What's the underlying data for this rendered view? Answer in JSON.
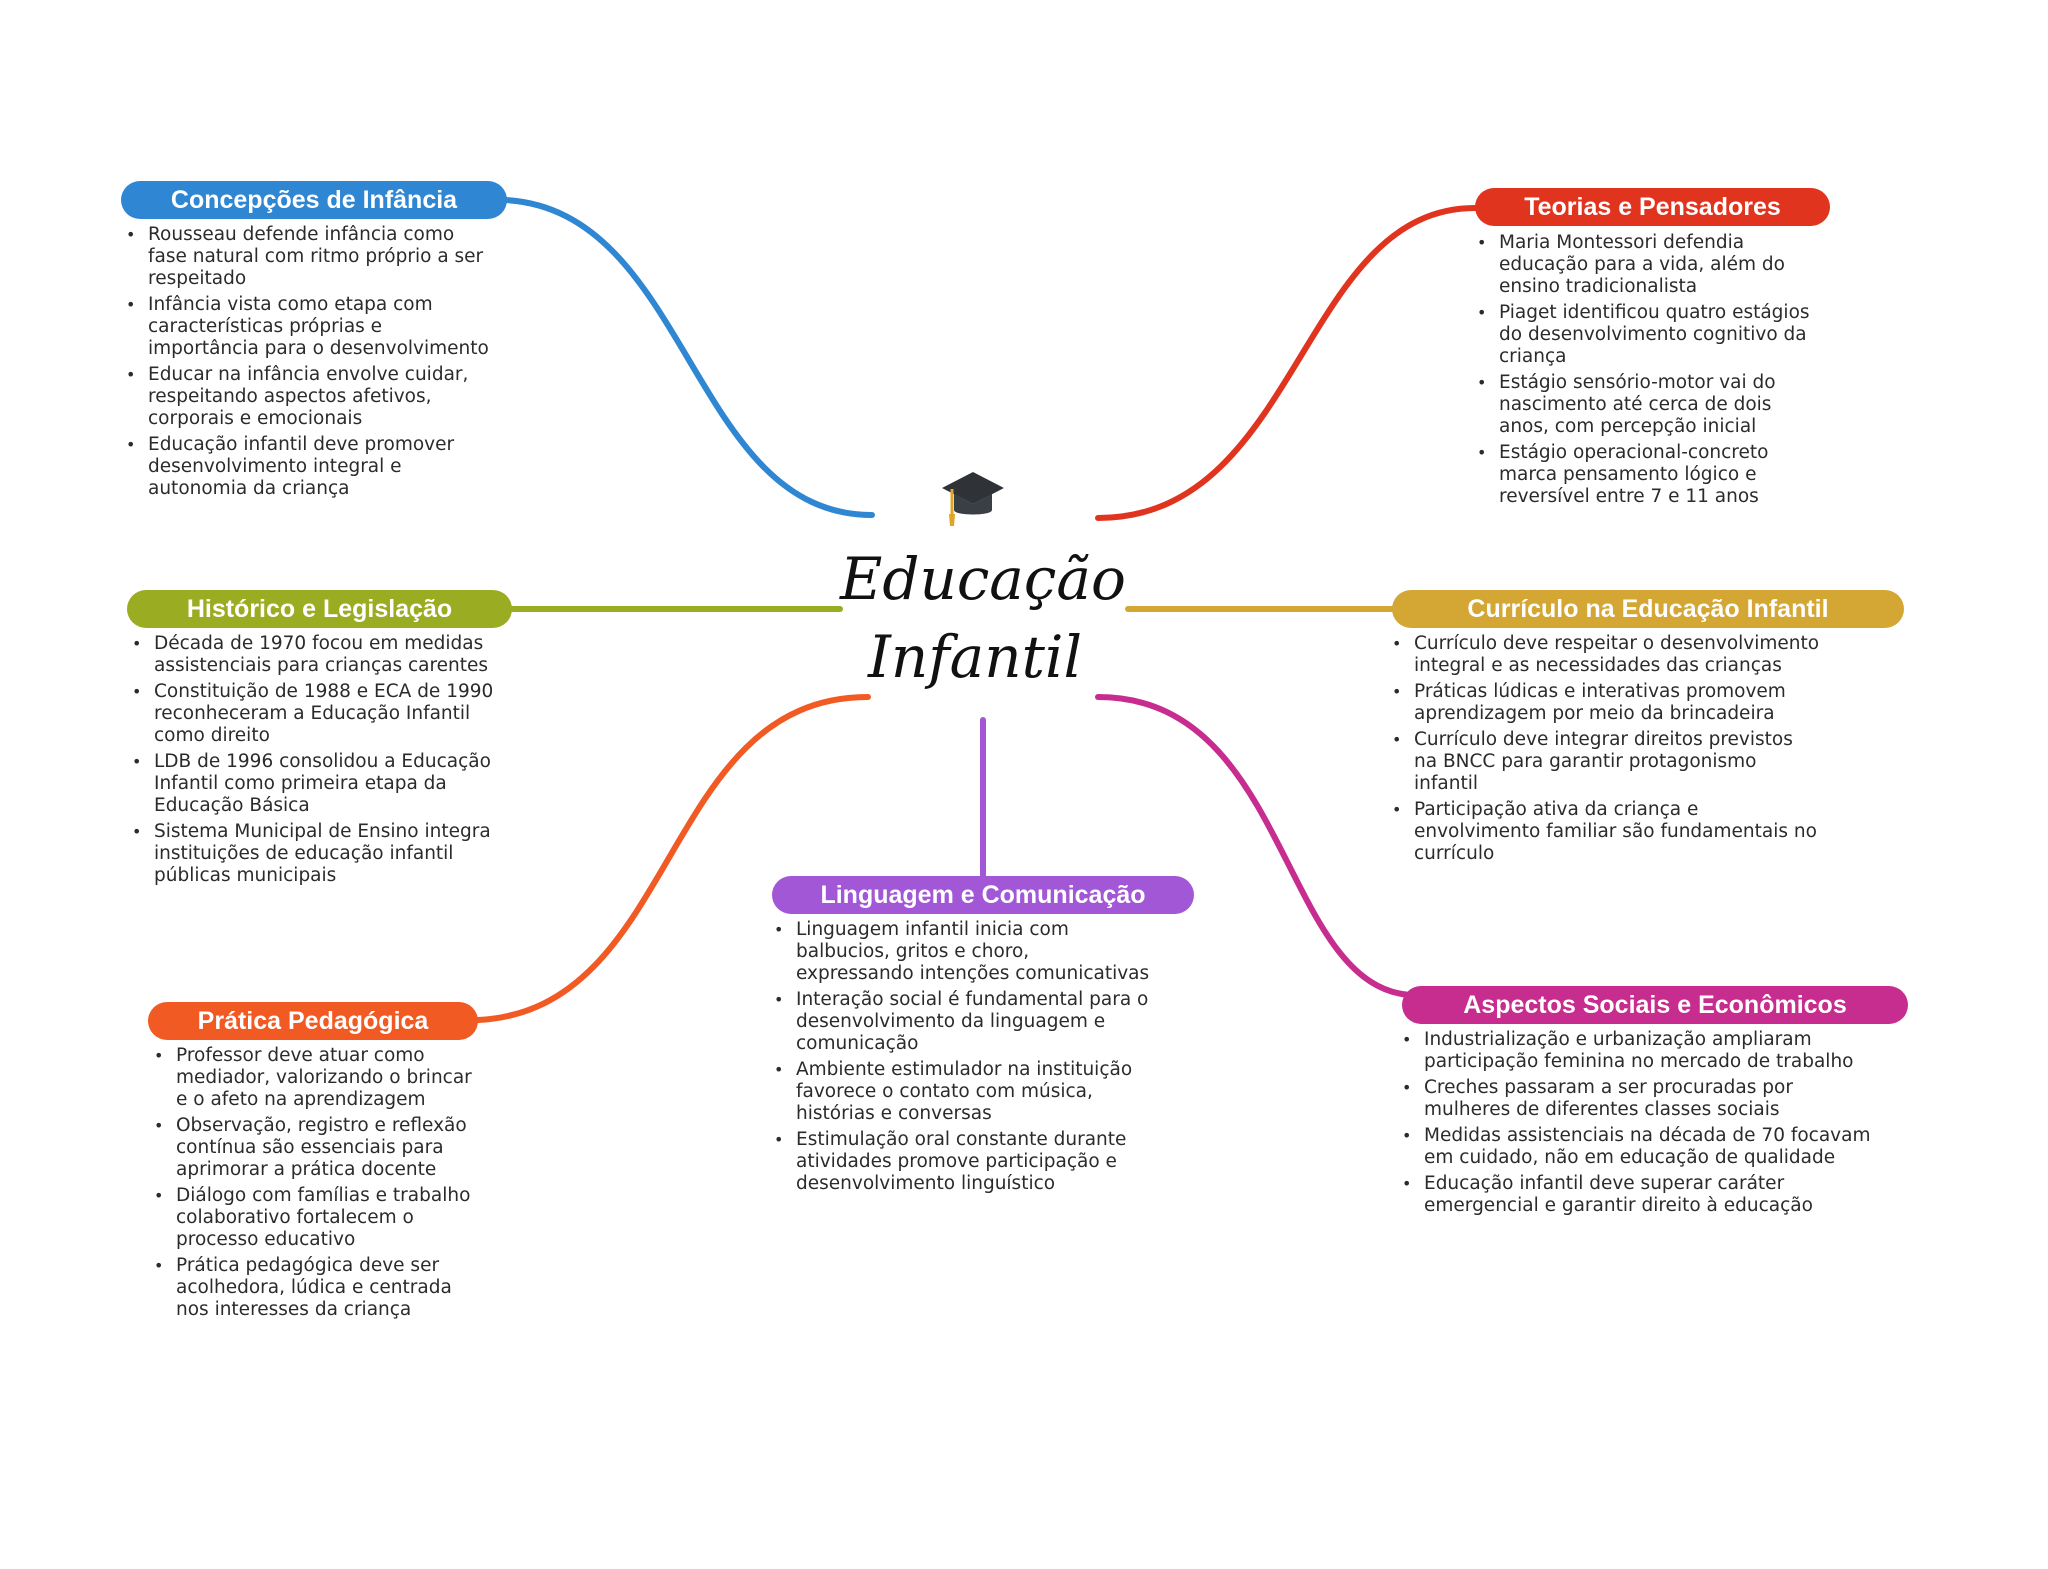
{
  "central": {
    "title_line1": "Educação",
    "title_line2": "Infantil",
    "icon": "graduation-cap-icon"
  },
  "branches": [
    {
      "id": "concepcoes",
      "title": "Concepções de Infância",
      "color": "#2F86D2",
      "items": [
        "Rousseau defende infância como fase natural com ritmo próprio a ser respeitado",
        "Infância vista como etapa com características próprias e importância para o desenvolvimento",
        "Educar na infância envolve cuidar, respeitando aspectos afetivos, corporais e emocionais",
        "Educação infantil deve promover desenvolvimento integral e autonomia da criança"
      ]
    },
    {
      "id": "historico",
      "title": "Histórico e Legislação",
      "color": "#9AAD22",
      "items": [
        "Década de 1970 focou em medidas assistenciais para crianças carentes",
        "Constituição de 1988 e ECA de 1990 reconheceram a Educação Infantil como direito",
        "LDB de 1996 consolidou a Educação Infantil como primeira etapa da Educação Básica",
        "Sistema Municipal de Ensino integra instituições de educação infantil públicas municipais"
      ]
    },
    {
      "id": "pratica",
      "title": "Prática Pedagógica",
      "color": "#F15A22",
      "items": [
        "Professor deve atuar como mediador, valorizando o brincar e o afeto na aprendizagem",
        "Observação, registro e reflexão contínua são essenciais para aprimorar a prática docente",
        "Diálogo com famílias e trabalho colaborativo fortalecem o processo educativo",
        "Prática pedagógica deve ser acolhedora, lúdica e centrada nos interesses da criança"
      ]
    },
    {
      "id": "linguagem",
      "title": "Linguagem e Comunicação",
      "color": "#A258D6",
      "items": [
        "Linguagem infantil inicia com balbucios, gritos e choro, expressando intenções comunicativas",
        "Interação social é fundamental para o desenvolvimento da linguagem e comunicação",
        "Ambiente estimulador na instituição favorece o contato com música, histórias e conversas",
        "Estimulação oral constante durante atividades promove participação e desenvolvimento linguístico"
      ]
    },
    {
      "id": "teorias",
      "title": "Teorias e Pensadores",
      "color": "#E1341E",
      "items": [
        "Maria Montessori defendia educação para a vida, além do ensino tradicionalista",
        "Piaget identificou quatro estágios do desenvolvimento cognitivo da criança",
        "Estágio sensório-motor vai do nascimento até cerca de dois anos, com percepção inicial",
        "Estágio operacional-concreto marca pensamento lógico e reversível entre 7 e 11 anos"
      ]
    },
    {
      "id": "curriculo",
      "title": "Currículo na Educação Infantil",
      "color": "#D4A634",
      "items": [
        "Currículo deve respeitar o desenvolvimento integral e as necessidades das crianças",
        "Práticas lúdicas e interativas promovem aprendizagem por meio da brincadeira",
        "Currículo deve integrar direitos previstos na BNCC para garantir protagonismo infantil",
        "Participação ativa da criança e envolvimento familiar são fundamentais no currículo"
      ]
    },
    {
      "id": "aspectos",
      "title": "Aspectos Sociais e Econômicos",
      "color": "#C72C8F",
      "items": [
        "Industrialização e urbanização ampliaram participação feminina no mercado de trabalho",
        "Creches passaram a ser procuradas por mulheres de diferentes classes sociais",
        "Medidas assistenciais na década de 70 focavam em cuidado, não em educação de qualidade",
        "Educação infantil deve superar caráter emergencial e garantir direito à educação"
      ]
    }
  ]
}
